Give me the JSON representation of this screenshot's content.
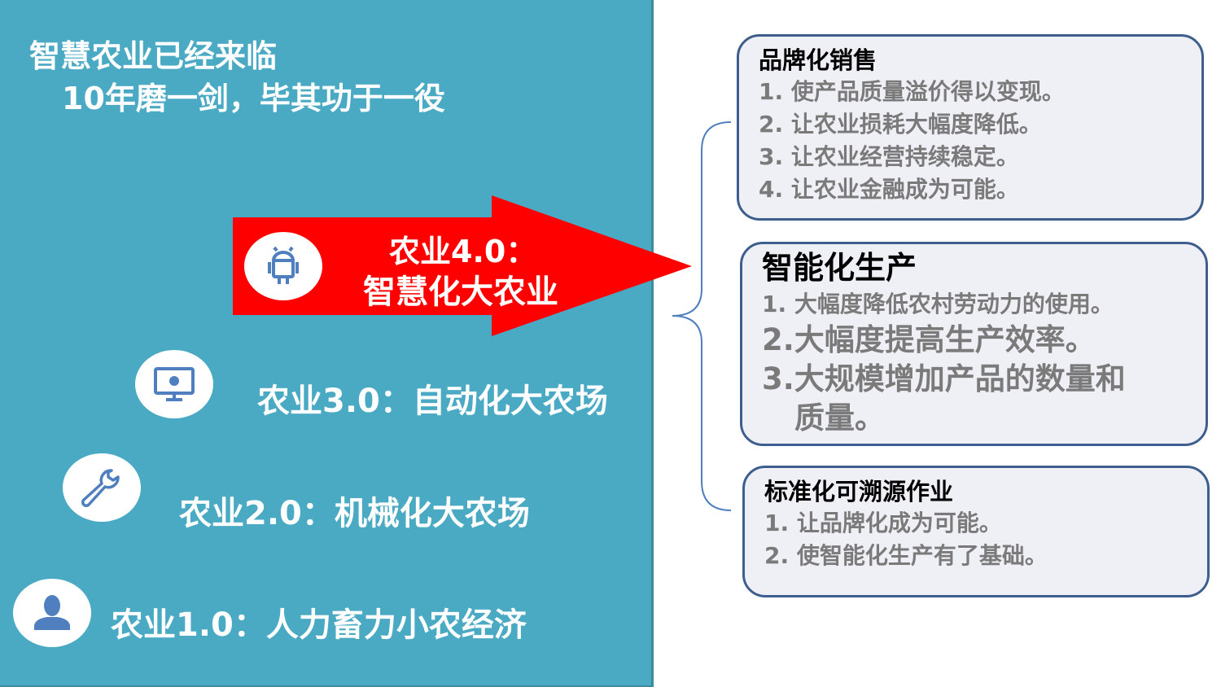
{
  "title": {
    "line1": "智慧农业已经来临",
    "line2": "10年磨一剑，毕其功于一役"
  },
  "stages": [
    {
      "label": "农业4.0：",
      "label2": "智慧化大农业",
      "icon": "android-icon"
    },
    {
      "label": "农业3.0：自动化大农场",
      "icon": "monitor-icon"
    },
    {
      "label": "农业2.0：机械化大农场",
      "icon": "wrench-icon"
    },
    {
      "label": "农业1.0：人力畜力小农经济",
      "icon": "person-icon"
    }
  ],
  "boxes": [
    {
      "heading": "品牌化销售",
      "items": [
        "1. 使产品质量溢价得以变现。",
        "2. 让农业损耗大幅度降低。",
        "3. 让农业经营持续稳定。",
        "4. 让农业金融成为可能。"
      ]
    },
    {
      "heading": "智能化生产",
      "items": [
        "1. 大幅度降低农村劳动力的使用。",
        "2.大幅度提高生产效率。",
        "3.大规模增加产品的数量和",
        "质量。"
      ]
    },
    {
      "heading": "标准化可溯源作业",
      "items": [
        "1. 让品牌化成为可能。",
        "2. 使智能化生产有了基础。"
      ]
    }
  ],
  "colors": {
    "panel": "#4aaac4",
    "arrow": "#ff0000",
    "icon": "#4f7fbf",
    "border": "#3e5f8e"
  }
}
